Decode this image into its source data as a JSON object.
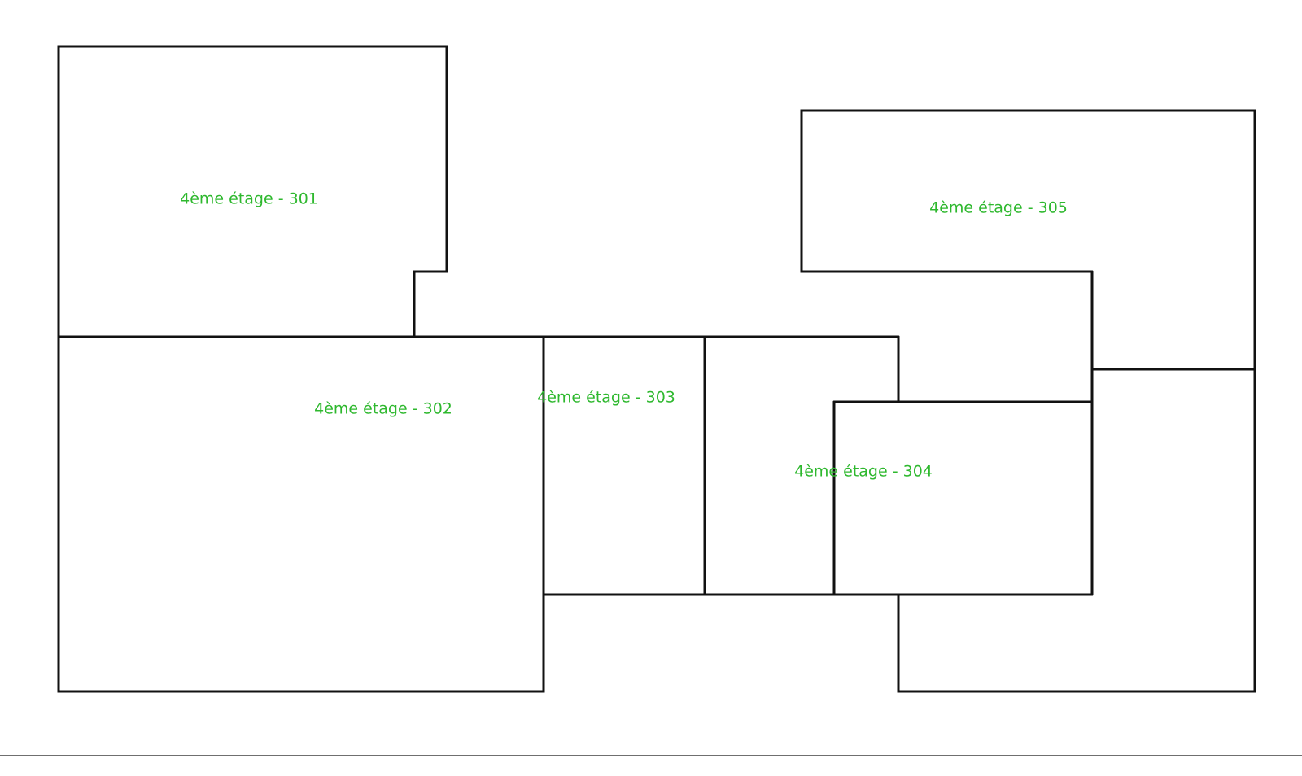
{
  "floor_plan": {
    "colors": {
      "wall": "#111111",
      "label": "#2eb82e",
      "background": "#ffffff",
      "footer_rule": "#6f6f6f"
    },
    "rooms": [
      {
        "id": "301",
        "label": "4ème étage - 301"
      },
      {
        "id": "302",
        "label": "4ème étage - 302"
      },
      {
        "id": "303",
        "label": "4ème étage - 303"
      },
      {
        "id": "304",
        "label": "4ème étage - 304"
      },
      {
        "id": "305",
        "label": "4ème étage - 305"
      }
    ]
  }
}
